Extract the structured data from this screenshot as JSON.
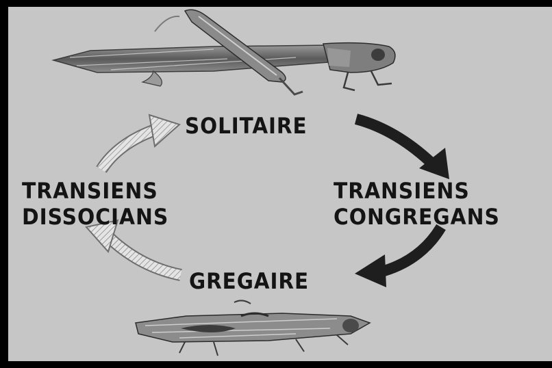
{
  "diagram": {
    "stages": {
      "solitaire": "SOLITAIRE",
      "transiens_congregans": [
        "TRANSIENS",
        "CONGREGANS"
      ],
      "gregaire": "GREGAIRE",
      "transiens_dissocians": [
        "TRANSIENS",
        "DISSOCIANS"
      ]
    },
    "images": {
      "top": "solitary-locust-drawing",
      "bottom": "gregarious-locust-drawing"
    },
    "arrows": {
      "solitaire_to_congregans": "solid-dark",
      "congregans_to_gregaire": "solid-dark",
      "gregaire_to_dissocians": "hatched-light",
      "dissocians_to_solitaire": "hatched-light"
    },
    "colors": {
      "background": "#c6c6c6",
      "frame": "#000000",
      "text": "#141414",
      "solid_arrow": "#1e1e1e",
      "hatched_arrow_fill": "#e4e4e4"
    }
  }
}
